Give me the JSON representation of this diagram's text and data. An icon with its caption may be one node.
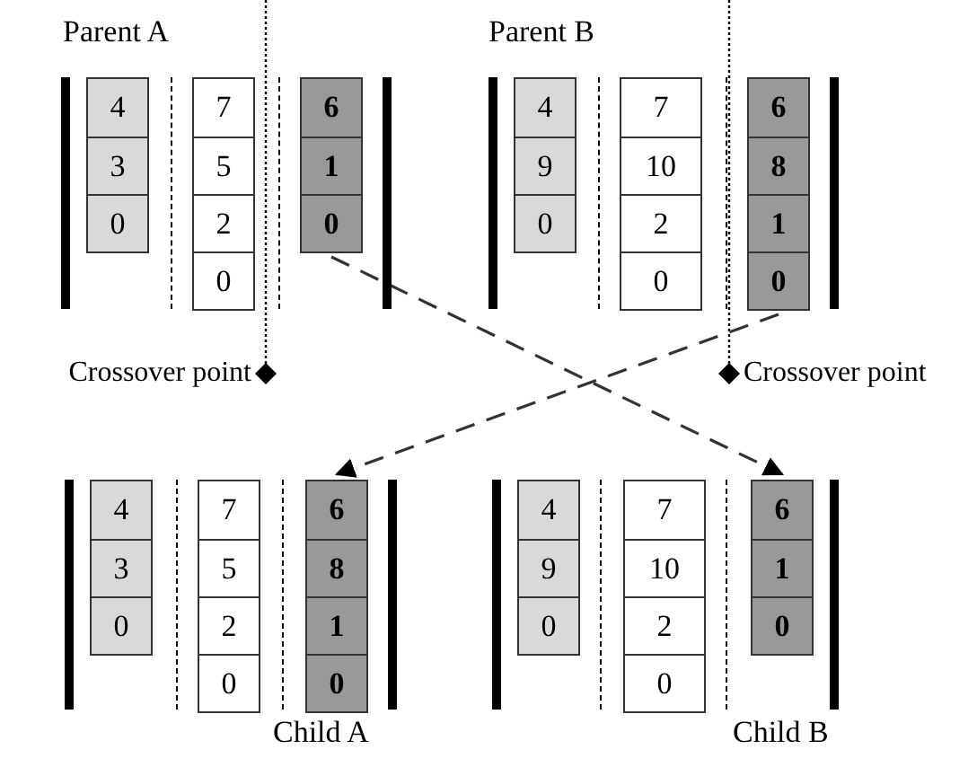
{
  "diagram": {
    "nodes": [
      {
        "text": [
          "Parent A"
        ]
      },
      {
        "text": [],
        "shape": "box",
        "in": 0
      },
      {
        "text": [
          "4"
        ],
        "in": 1
      },
      {
        "text": [
          "3"
        ],
        "in": 1
      },
      {
        "text": [
          "0"
        ],
        "in": 1
      },
      {
        "text": [],
        "shape": "box",
        "in": 0
      },
      {
        "text": [
          "7"
        ],
        "in": 5
      },
      {
        "text": [
          "5"
        ],
        "in": 5
      },
      {
        "text": [
          "2"
        ],
        "in": 5
      },
      {
        "text": [
          "0"
        ],
        "in": 5
      },
      {
        "text": [],
        "shape": "box",
        "in": 0
      },
      {
        "text": [
          "6"
        ],
        "in": 10
      },
      {
        "text": [
          "1"
        ],
        "in": 10
      },
      {
        "text": [
          "0"
        ],
        "in": 10
      },
      {
        "text": [
          "Parent B"
        ]
      },
      {
        "text": [],
        "shape": "box",
        "in": 14
      },
      {
        "text": [
          "4"
        ],
        "in": 15
      },
      {
        "text": [
          "9"
        ],
        "in": 15
      },
      {
        "text": [
          "0"
        ],
        "in": 15
      },
      {
        "text": [],
        "shape": "box",
        "in": 14
      },
      {
        "text": [
          "7"
        ],
        "in": 19
      },
      {
        "text": [
          "10"
        ],
        "in": 19
      },
      {
        "text": [
          "2"
        ],
        "in": 19
      },
      {
        "text": [
          "0"
        ],
        "in": 19
      },
      {
        "text": [],
        "shape": "box",
        "in": 14
      },
      {
        "text": [
          "6"
        ],
        "in": 24
      },
      {
        "text": [
          "8"
        ],
        "in": 24
      },
      {
        "text": [
          "1"
        ],
        "in": 24
      },
      {
        "text": [
          "0"
        ],
        "in": 24
      },
      {
        "text": [
          "Child A"
        ]
      },
      {
        "text": [],
        "shape": "box",
        "in": 29
      },
      {
        "text": [
          "4"
        ],
        "in": 30
      },
      {
        "text": [
          "3"
        ],
        "in": 30
      },
      {
        "text": [
          "0"
        ],
        "in": 30
      },
      {
        "text": [],
        "shape": "box",
        "in": 29
      },
      {
        "text": [
          "7"
        ],
        "in": 34
      },
      {
        "text": [
          "5"
        ],
        "in": 34
      },
      {
        "text": [
          "2"
        ],
        "in": 34
      },
      {
        "text": [
          "0"
        ],
        "in": 34
      },
      {
        "text": [],
        "shape": "box",
        "in": 29
      },
      {
        "text": [
          "6"
        ],
        "in": 39
      },
      {
        "text": [
          "8"
        ],
        "in": 39
      },
      {
        "text": [
          "1"
        ],
        "in": 39
      },
      {
        "text": [
          "0"
        ],
        "in": 39
      },
      {
        "text": [
          "Child B"
        ]
      },
      {
        "text": [],
        "shape": "box",
        "in": 44
      },
      {
        "text": [
          "4"
        ],
        "in": 45
      },
      {
        "text": [
          "9"
        ],
        "in": 45
      },
      {
        "text": [
          "0"
        ],
        "in": 45
      },
      {
        "text": [],
        "shape": "box",
        "in": 44
      },
      {
        "text": [
          "7"
        ],
        "in": 49
      },
      {
        "text": [
          "10"
        ],
        "in": 49
      },
      {
        "text": [
          "2"
        ],
        "in": 49
      },
      {
        "text": [
          "0"
        ],
        "in": 49
      },
      {
        "text": [],
        "shape": "box",
        "in": 44
      },
      {
        "text": [
          "6"
        ],
        "in": 54
      },
      {
        "text": [
          "1"
        ],
        "in": 54
      },
      {
        "text": [
          "0"
        ],
        "in": 54
      }
    ],
    "edges": [
      {
        "from": 10,
        "to": 54,
        "arrow": "to",
        "style": "dashed"
      },
      {
        "from": 24,
        "to": 39,
        "arrow": "to",
        "style": "dashed"
      }
    ],
    "labels": [
      "Crossover point",
      "Crossover point"
    ]
  }
}
